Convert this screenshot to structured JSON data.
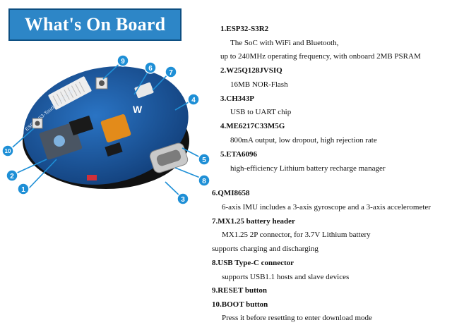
{
  "title": "What's On Board",
  "board": {
    "silkscreen": "ESP32-S3-Touch-LCD-1.28",
    "brand_mark": "W",
    "callouts": [
      "1",
      "2",
      "3",
      "4",
      "5",
      "6",
      "7",
      "8",
      "9",
      "10"
    ]
  },
  "items": [
    {
      "heading": "1.ESP32-S3R2",
      "desc": [
        "The SoC with WiFi and Bluetooth,",
        "up to 240MHz operating frequency, with onboard 2MB PSRAM"
      ]
    },
    {
      "heading": "2.W25Q128JVSIQ",
      "desc": [
        "16MB NOR-Flash"
      ]
    },
    {
      "heading": "3.CH343P",
      "desc": [
        "USB to UART chip"
      ]
    },
    {
      "heading": "4.ME6217C33M5G",
      "desc": [
        "800mA output, low dropout, high rejection rate"
      ]
    },
    {
      "heading": "5.ETA6096",
      "desc": [
        "high-efficiency Lithium battery recharge manager"
      ]
    },
    {
      "heading": "6.QMI8658",
      "desc": [
        "6-axis IMU includes a 3-axis gyroscope and a 3-axis accelerometer"
      ]
    },
    {
      "heading": "7.MX1.25 battery header",
      "desc": [
        "MX1.25 2P connector, for 3.7V Lithium battery",
        "supports charging and discharging"
      ]
    },
    {
      "heading": "8.USB Type-C connector",
      "desc": [
        "supports USB1.1 hosts and slave devices"
      ]
    },
    {
      "heading": "9.RESET button",
      "desc": []
    },
    {
      "heading": "10.BOOT button",
      "desc": [
        "Press it before resetting to enter download mode"
      ]
    }
  ],
  "colors": {
    "banner": "#2d86c7",
    "callout": "#1e8fd6",
    "pcb": "#1f5fa8"
  }
}
